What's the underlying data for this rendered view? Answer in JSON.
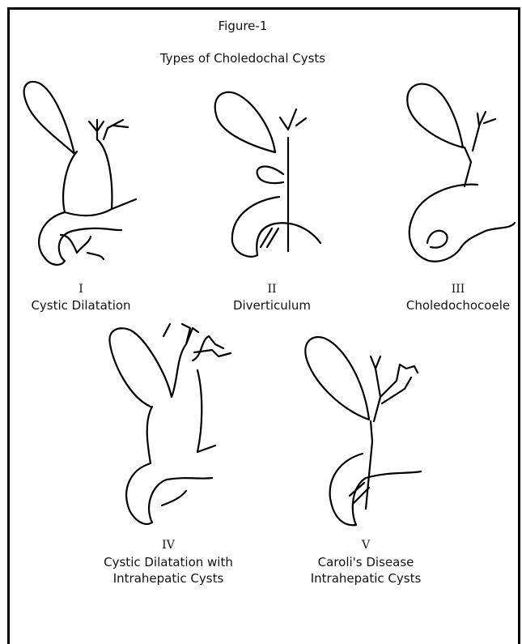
{
  "figure": {
    "label": "Figure-1",
    "title": "Types of Choledochal Cysts"
  },
  "types": [
    {
      "numeral": "I",
      "caption": "Cystic Dilatation"
    },
    {
      "numeral": "II",
      "caption": "Diverticulum"
    },
    {
      "numeral": "III",
      "caption": "Choledochocoele"
    },
    {
      "numeral": "IV",
      "caption": "Cystic Dilatation with",
      "caption2": "Intrahepatic Cysts"
    },
    {
      "numeral": "V",
      "caption": "Caroli's Disease",
      "caption2": "Intrahepatic Cysts"
    }
  ]
}
